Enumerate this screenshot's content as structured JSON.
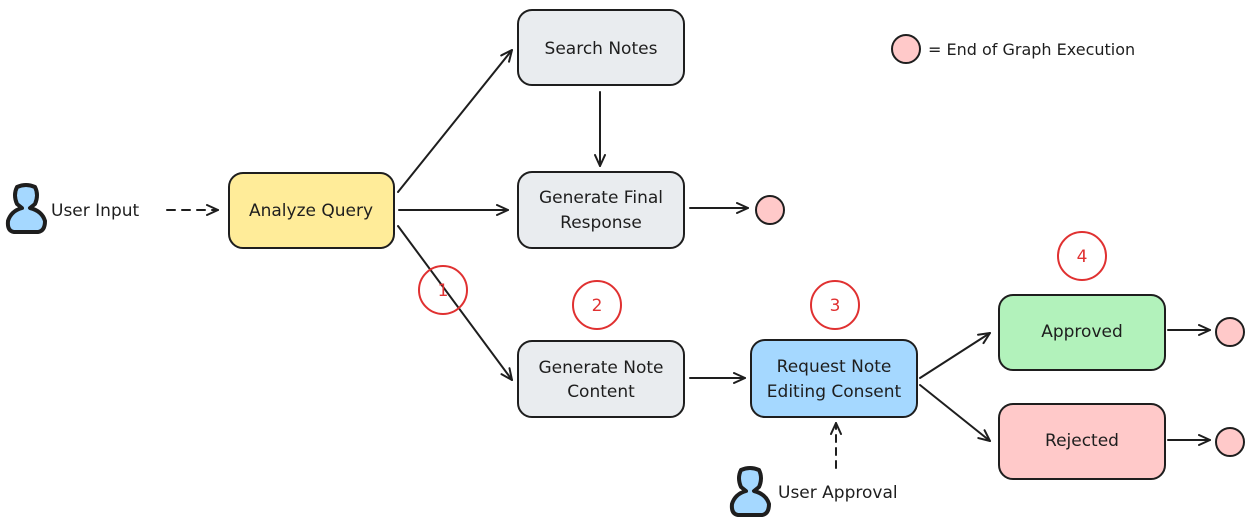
{
  "colors": {
    "ink": "#1e1e1e",
    "gray_fill": "#e9ecef",
    "yellow_fill": "#ffec99",
    "blue_fill": "#a5d8ff",
    "green_fill": "#b2f2bb",
    "red_fill": "#ffc9c9",
    "end_fill": "#ffc9c9",
    "badge_stroke": "#e03131",
    "person_fill": "#a5d8ff"
  },
  "legend": {
    "label": "= End of Graph Execution"
  },
  "inputs": {
    "user_input": "User Input",
    "user_approval": "User Approval"
  },
  "nodes": {
    "analyze_query": {
      "label": "Analyze Query"
    },
    "search_notes": {
      "label": "Search Notes"
    },
    "generate_final_response": {
      "line1": "Generate Final",
      "line2": "Response"
    },
    "generate_note_content": {
      "line1": "Generate Note",
      "line2": "Content"
    },
    "request_note_editing_consent": {
      "line1": "Request Note",
      "line2": "Editing Consent"
    },
    "approved": {
      "label": "Approved"
    },
    "rejected": {
      "label": "Rejected"
    }
  },
  "badges": [
    "1",
    "2",
    "3",
    "4"
  ],
  "icons": {
    "person": "person-icon",
    "end": "end-circle-icon"
  }
}
